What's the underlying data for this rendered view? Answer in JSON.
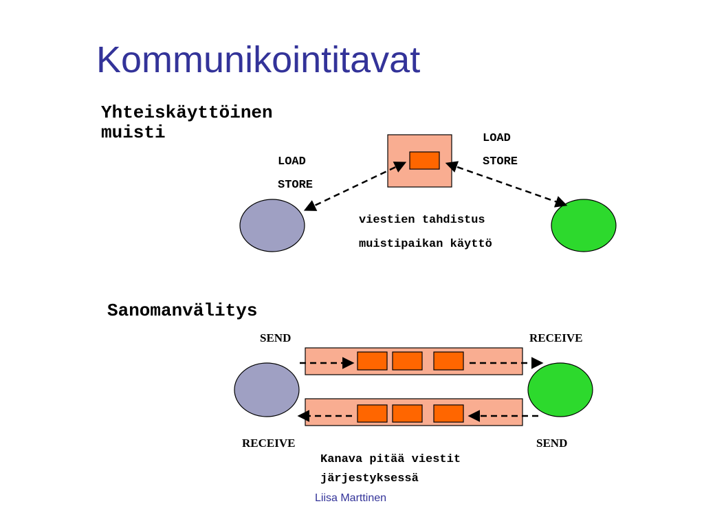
{
  "slide": {
    "title": "Kommunikointitavat",
    "footer": "Liisa Marttinen"
  },
  "shared_memory": {
    "heading_line1": "Yhteiskäyttöinen",
    "heading_line2": "muisti",
    "left_ops": [
      "LOAD",
      "STORE"
    ],
    "right_ops": [
      "LOAD",
      "STORE"
    ],
    "notes": [
      "viestien tahdistus",
      "muistipaikan käyttö"
    ]
  },
  "message_passing": {
    "heading": "Sanomanvälitys",
    "top_left_label": "SEND",
    "top_right_label": "RECEIVE",
    "bottom_left_label": "RECEIVE",
    "bottom_right_label": "SEND",
    "notes": [
      "Kanava pitää viestit",
      "järjestyksessä"
    ]
  },
  "colors": {
    "title": "#333399",
    "memory_block": "#f9ad91",
    "message_cell": "#ff6600",
    "left_process": "#9fa0c3",
    "right_process": "#2dd92d"
  }
}
